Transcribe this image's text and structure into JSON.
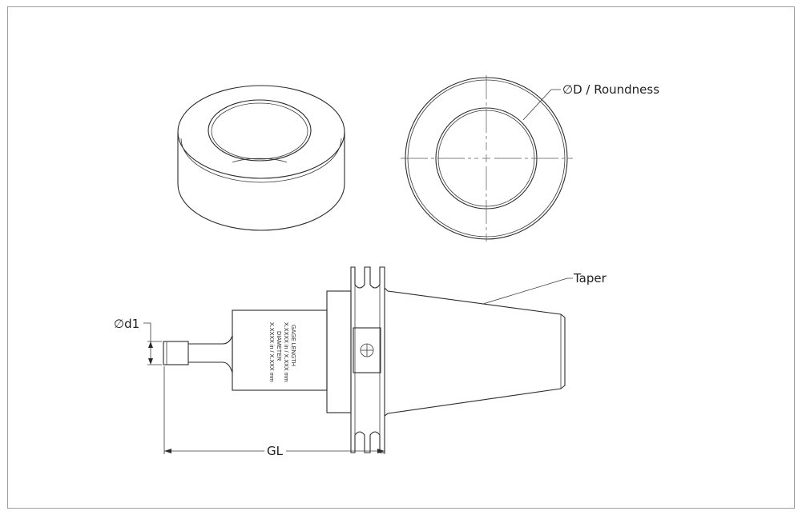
{
  "labels": {
    "diameter_roundness": "∅D / Roundness",
    "taper": "Taper",
    "small_diameter": "∅d1",
    "gage_length": "GL"
  },
  "engraving": {
    "line1": "GAGE LENGTH",
    "line2": "X.XXXX in / X.XXX mm",
    "line3": "DIAMETER",
    "line4": "X.XXXX in / X.XXX mm"
  },
  "colors": {
    "line": "#2b2b2b",
    "frame": "#9e9e9e",
    "background": "#ffffff"
  }
}
